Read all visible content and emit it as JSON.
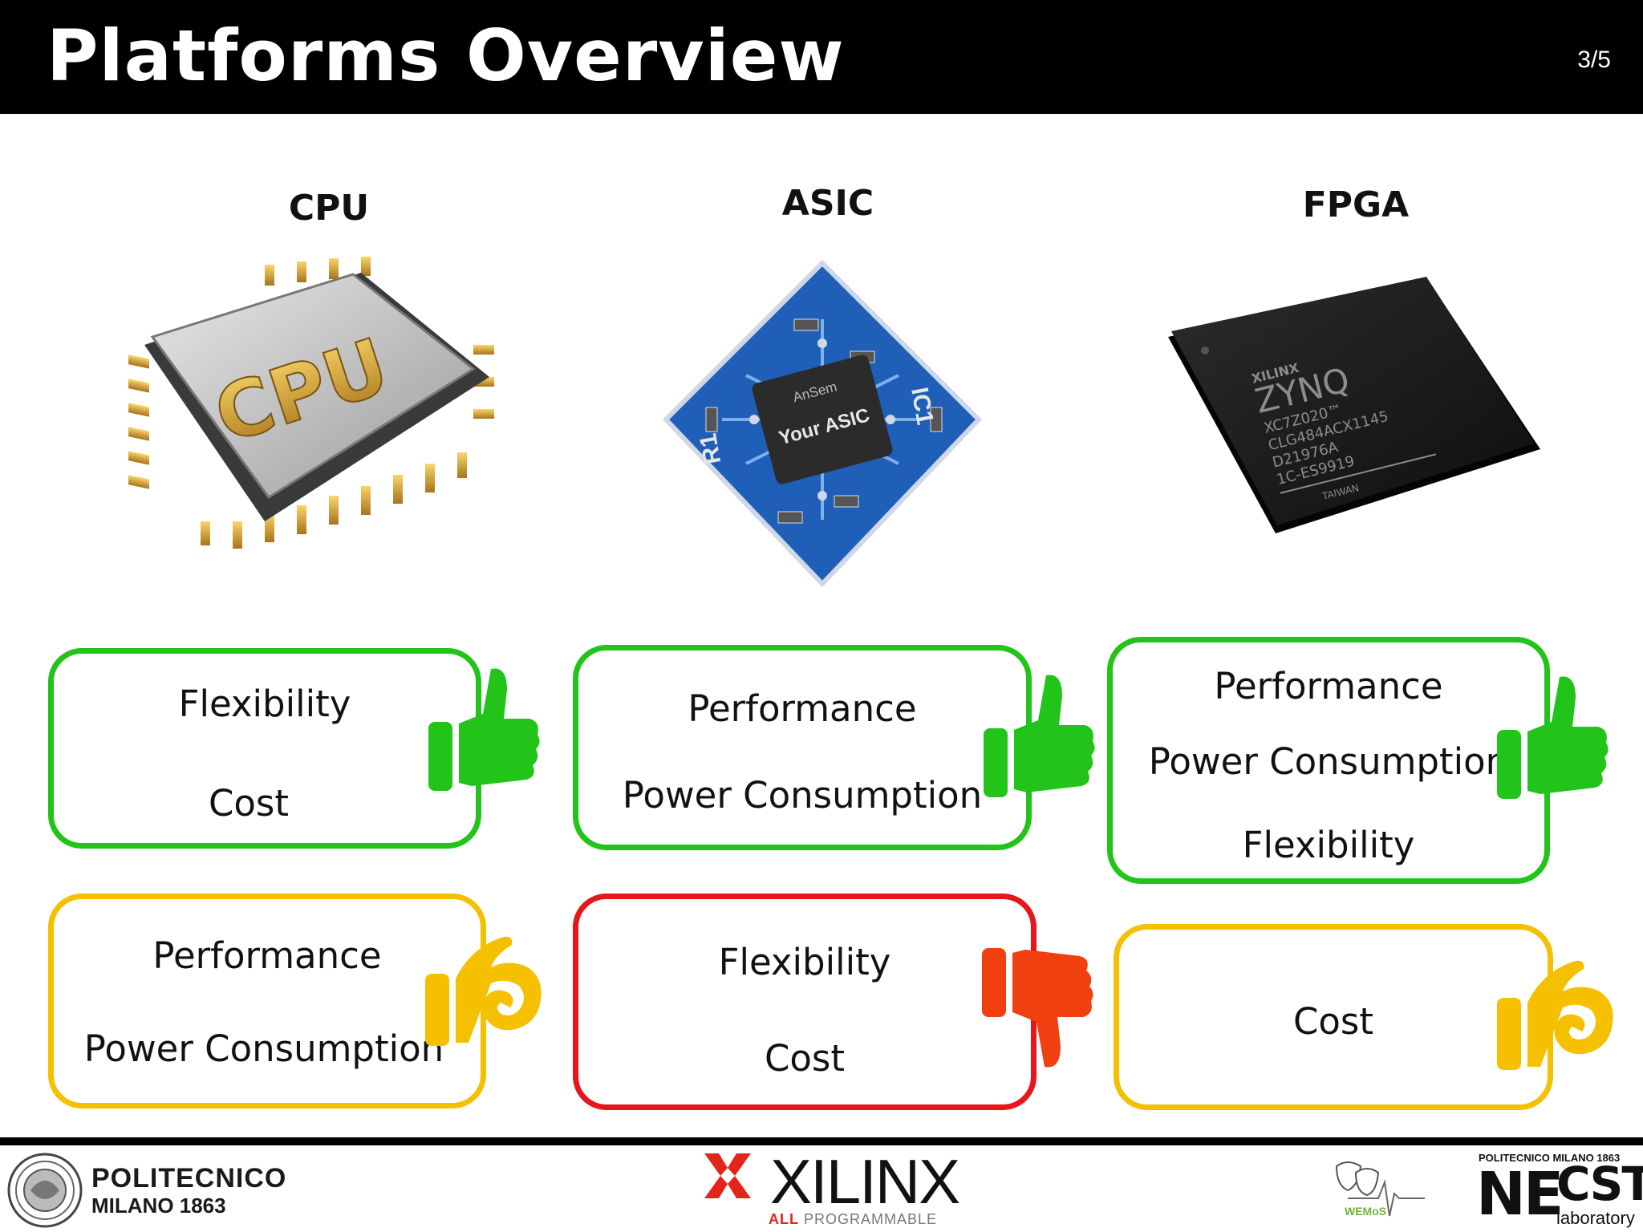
{
  "header": {
    "title": "Platforms Overview",
    "page_number": "3/5"
  },
  "columns": [
    {
      "heading": "CPU",
      "chip_label": "CPU",
      "pros": {
        "color": "green",
        "items": [
          "Flexibility",
          "Cost"
        ],
        "icon": "thumbs-up-icon"
      },
      "cons": {
        "color": "yellow",
        "items": [
          "Performance",
          "Power Consumption"
        ],
        "icon": "ok-hand-icon"
      }
    },
    {
      "heading": "ASIC",
      "chip_labels": [
        "Your ASIC",
        "AnSem",
        "IC1",
        "R1"
      ],
      "pros": {
        "color": "green",
        "items": [
          "Performance",
          "Power Consumption"
        ],
        "icon": "thumbs-up-icon"
      },
      "cons": {
        "color": "red",
        "items": [
          "Flexibility",
          "Cost"
        ],
        "icon": "thumbs-down-icon"
      }
    },
    {
      "heading": "FPGA",
      "chip_labels": [
        "XILINX",
        "ZYNQ",
        "XC7Z020™",
        "CLG484ACX1145",
        "D21976A",
        "1C-ES9919",
        "TAIWAN"
      ],
      "pros": {
        "color": "green",
        "items": [
          "Performance",
          "Power Consumption",
          "Flexibility"
        ],
        "icon": "thumbs-up-icon"
      },
      "cons": {
        "color": "yellow",
        "items": [
          "Cost"
        ],
        "icon": "ok-hand-icon"
      }
    }
  ],
  "colors": {
    "green": "#22c41a",
    "yellow": "#f4c000",
    "red": "#e8161a",
    "thumbs_down": "#f04010"
  },
  "footer": {
    "polimi_name": "POLITECNICO",
    "polimi_year": "MILANO 1863",
    "xilinx_name": "XILINX",
    "xilinx_tag_red": "ALL",
    "xilinx_tag_gray": "PROGRAMMABLE",
    "wemos_label": "WEMoS",
    "necst_top": "POLITECNICO MILANO 1863",
    "necst_ne": "NE",
    "necst_cst": "CST",
    "necst_lab": "laboratory"
  }
}
